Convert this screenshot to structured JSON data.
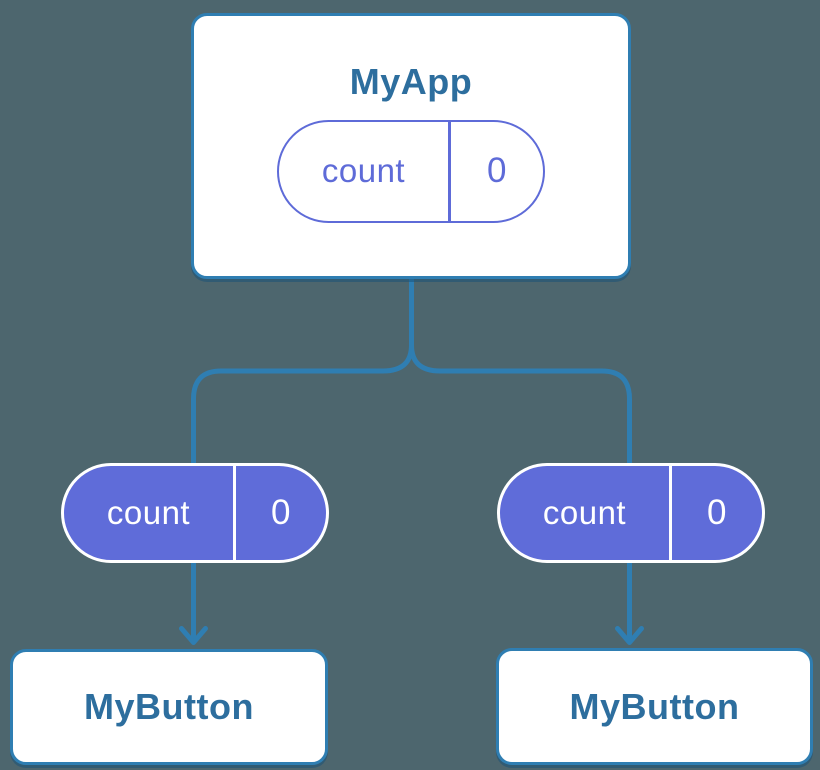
{
  "colors": {
    "background": "#4D666E",
    "connector": "#2F7EB2",
    "node_bg": "#FFFFFF",
    "node_border": "#2F7EB2",
    "node_text": "#2D6E9E",
    "state_purple": "#5F6CD9",
    "state_border_purple": "#5E6BD8",
    "state_text_light": "#FFFFFF"
  },
  "diagram": {
    "root": {
      "title": "MyApp",
      "state": {
        "label": "count",
        "value": "0"
      }
    },
    "children": [
      {
        "state": {
          "label": "count",
          "value": "0"
        },
        "title": "MyButton"
      },
      {
        "state": {
          "label": "count",
          "value": "0"
        },
        "title": "MyButton"
      }
    ]
  }
}
